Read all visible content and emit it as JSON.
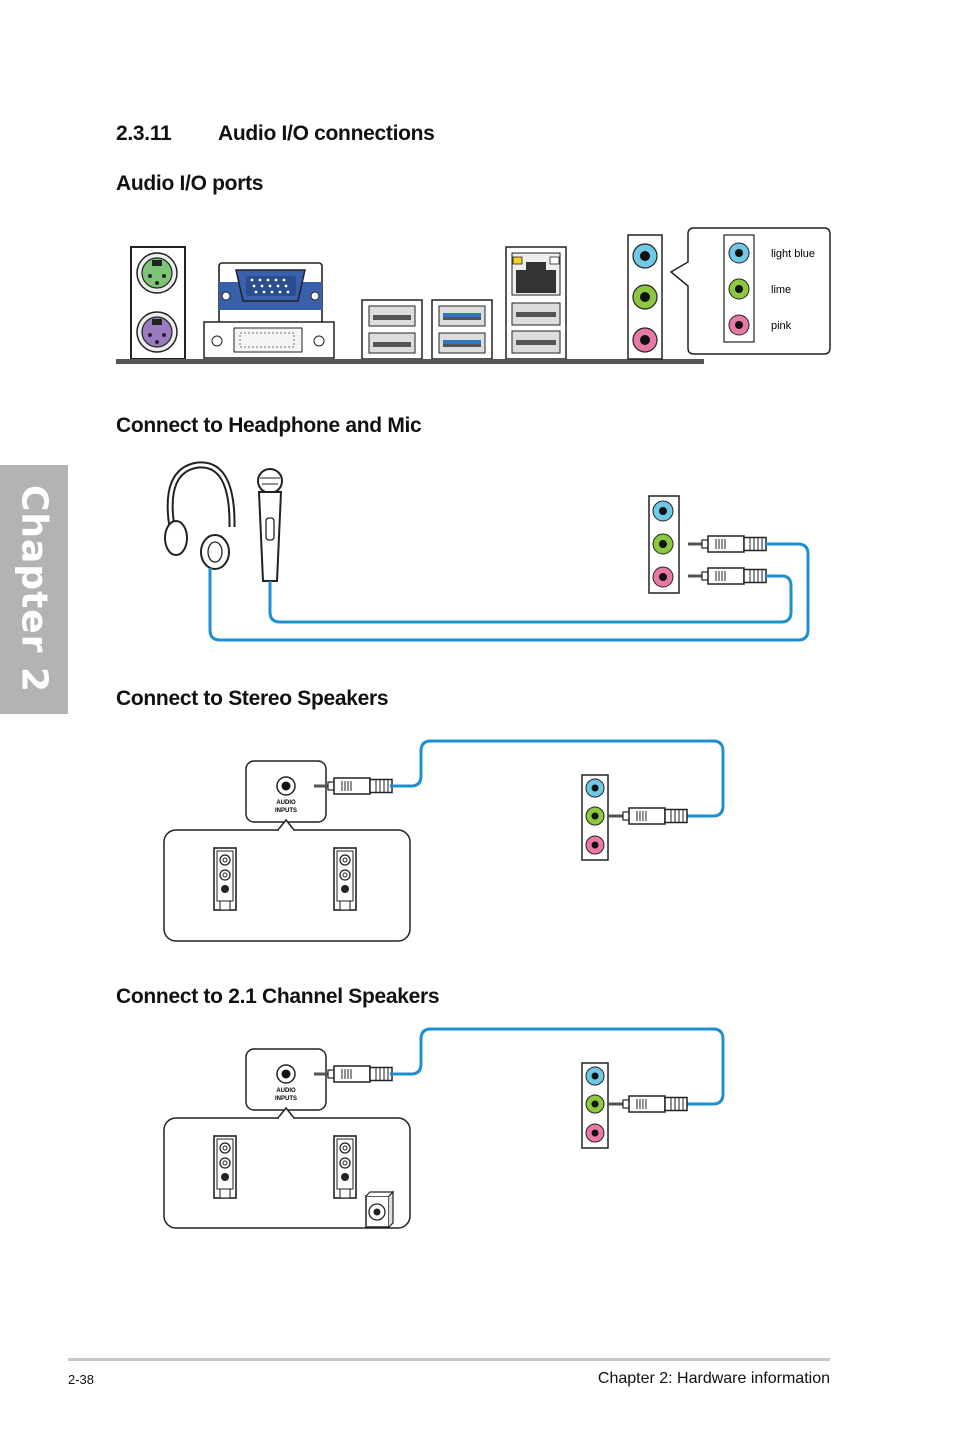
{
  "sidebar": {
    "chapter_tab": "Chapter 2"
  },
  "section": {
    "number": "2.3.11",
    "title": "Audio I/O connections"
  },
  "headings": {
    "ports": "Audio I/O ports",
    "headphone": "Connect to Headphone and Mic",
    "stereo": "Connect to Stereo Speakers",
    "channel21": "Connect to 2.1 Channel Speakers"
  },
  "port_legend": {
    "light_blue": "light blue",
    "lime": "lime",
    "pink": "pink"
  },
  "speaker_box": {
    "label_line1": "AUDIO",
    "label_line2": "INPUTS"
  },
  "colors": {
    "light_blue": "#6fc8e6",
    "lime": "#8dc63f",
    "pink": "#e879a7",
    "cable": "#1f8fd0",
    "ps2_keyboard": "#9b7bbf",
    "ps2_mouse": "#7cc576",
    "vga_blue": "#3860ad",
    "usb3_blue": "#2b77c9"
  },
  "footer": {
    "page_number": "2-38",
    "chapter_title": "Chapter 2: Hardware information"
  }
}
